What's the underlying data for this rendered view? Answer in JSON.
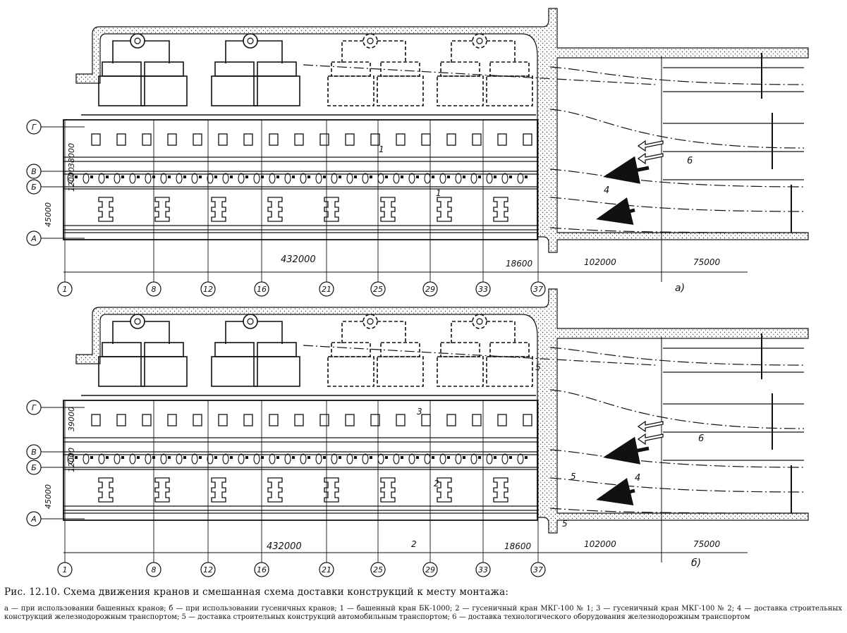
{
  "diagram": {
    "axes_bottom": [
      "1",
      "8",
      "12",
      "16",
      "21",
      "25",
      "29",
      "33",
      "37"
    ],
    "rows_left": [
      "Г",
      "В",
      "Б",
      "А"
    ],
    "dims_vertical": [
      "38000",
      "12000",
      "45000"
    ],
    "dims_vertical_b": [
      "39000",
      "12000",
      "45000"
    ],
    "dims_horizontal": [
      "432000",
      "18600",
      "102000",
      "75000"
    ],
    "part_a_label": "а)",
    "part_b_label": "б)",
    "callouts_a": [
      "1",
      "1",
      "4",
      "6"
    ],
    "callouts_b": [
      "2",
      "2",
      "3",
      "4",
      "5",
      "5",
      "5",
      "6"
    ]
  },
  "caption": {
    "title": "Рис. 12.10. Схема движения кранов и смешанная схема доставки конструкций к месту монтажа:",
    "legend": "а — при использовании башенных кранов; б — при использовании гусеничных кранов; 1 — башенный кран БК-1000; 2 — гусеничный кран МКГ-100 № 1; 3 — гусеничный кран МКГ-100 № 2; 4 — доставка строительных конструкций железнодорожным транспортом; 5 — доставка строительных конструкций автомобильным транспортом; 6 — доставка технологического оборудования железнодорожным транспортом"
  }
}
